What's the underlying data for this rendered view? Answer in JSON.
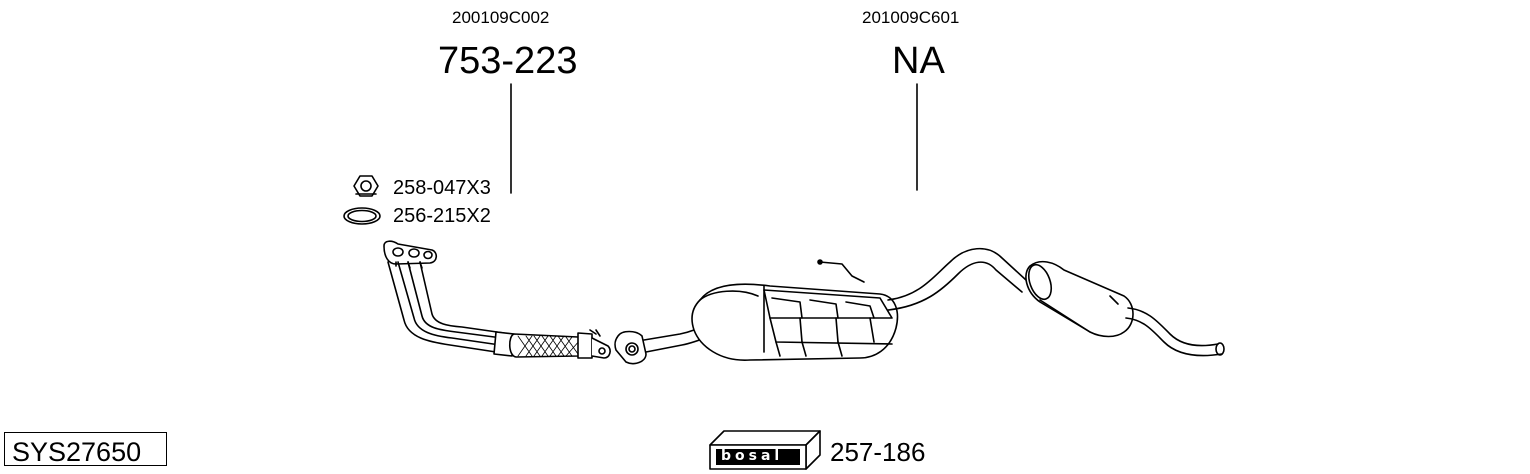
{
  "parts": {
    "front_pipe": {
      "oe_code": "200109C002",
      "part_number": "753-223"
    },
    "rear_section": {
      "oe_code": "201009C601",
      "part_number": "NA"
    },
    "nut": {
      "part_number": "258-047X3",
      "icon": "hex-nut-icon"
    },
    "gasket": {
      "part_number": "256-215X2",
      "icon": "ring-gasket-icon"
    },
    "mounting_kit": {
      "part_number": "257-186",
      "icon": "bosal-box-icon"
    }
  },
  "system": {
    "code": "SYS27650"
  },
  "brand": {
    "logo_text": "bosal"
  },
  "colors": {
    "line": "#000000",
    "background": "#ffffff"
  }
}
